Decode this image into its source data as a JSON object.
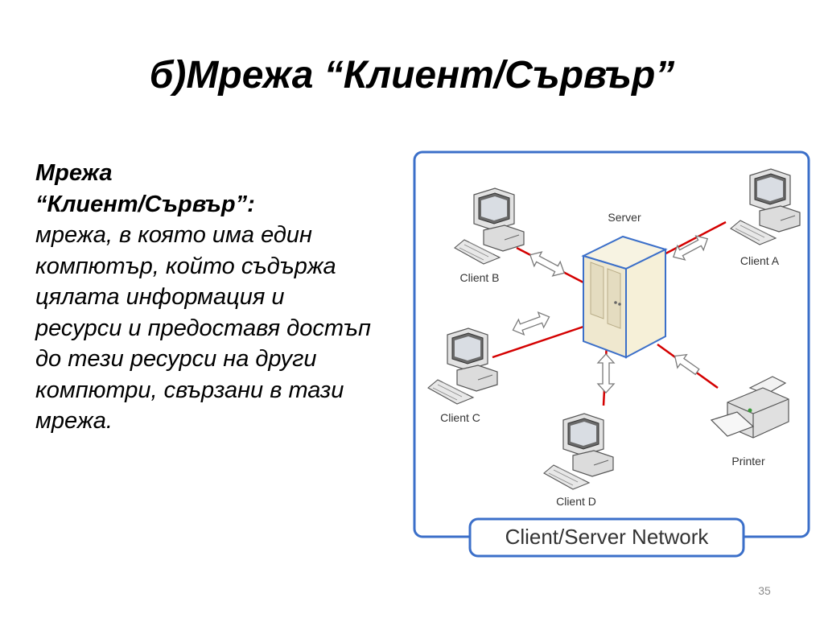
{
  "slide": {
    "title": "б)Мрежа “Клиент/Сървър”",
    "term_line1": "Мрежа",
    "term_line2": "“Клиент/Сървър”:",
    "description": "мрежа, в която има един компютър, който съдържа цялата информация и ресурси и предоставя достъп до тези ресурси на други компютри, свързани в тази мрежа.",
    "page_number": "35"
  },
  "diagram": {
    "caption": "Client/Server Network",
    "nodes": {
      "server": "Server",
      "client_a": "Client A",
      "client_b": "Client B",
      "client_c": "Client C",
      "client_d": "Client D",
      "printer": "Printer"
    },
    "colors": {
      "frame": "#3b6fc9",
      "link": "#d40000",
      "server_body": "#f3eed8",
      "monitor": "#d8d8d8"
    }
  }
}
